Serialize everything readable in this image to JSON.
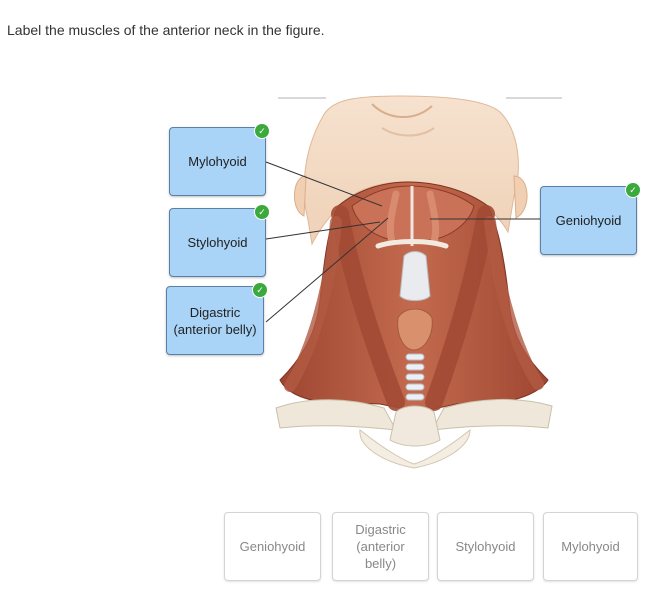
{
  "prompt": "Label the muscles of the anterior neck in the figure.",
  "placed_labels": {
    "mylohyoid": "Mylohyoid",
    "stylohyoid": "Stylohyoid",
    "digastric": "Digastric (anterior belly)",
    "geniohyoid": "Geniohyoid"
  },
  "bank_labels": {
    "geniohyoid": "Geniohyoid",
    "digastric": "Digastric (anterior belly)",
    "stylohyoid": "Stylohyoid",
    "mylohyoid": "Mylohyoid"
  },
  "status_icon": "check-circle-icon",
  "colors": {
    "placed_fill": "#a9d3f7",
    "placed_border": "#5d7fa4",
    "check": "#3ba93b",
    "muscle": "#b5573f",
    "skin": "#f2d5bd"
  }
}
